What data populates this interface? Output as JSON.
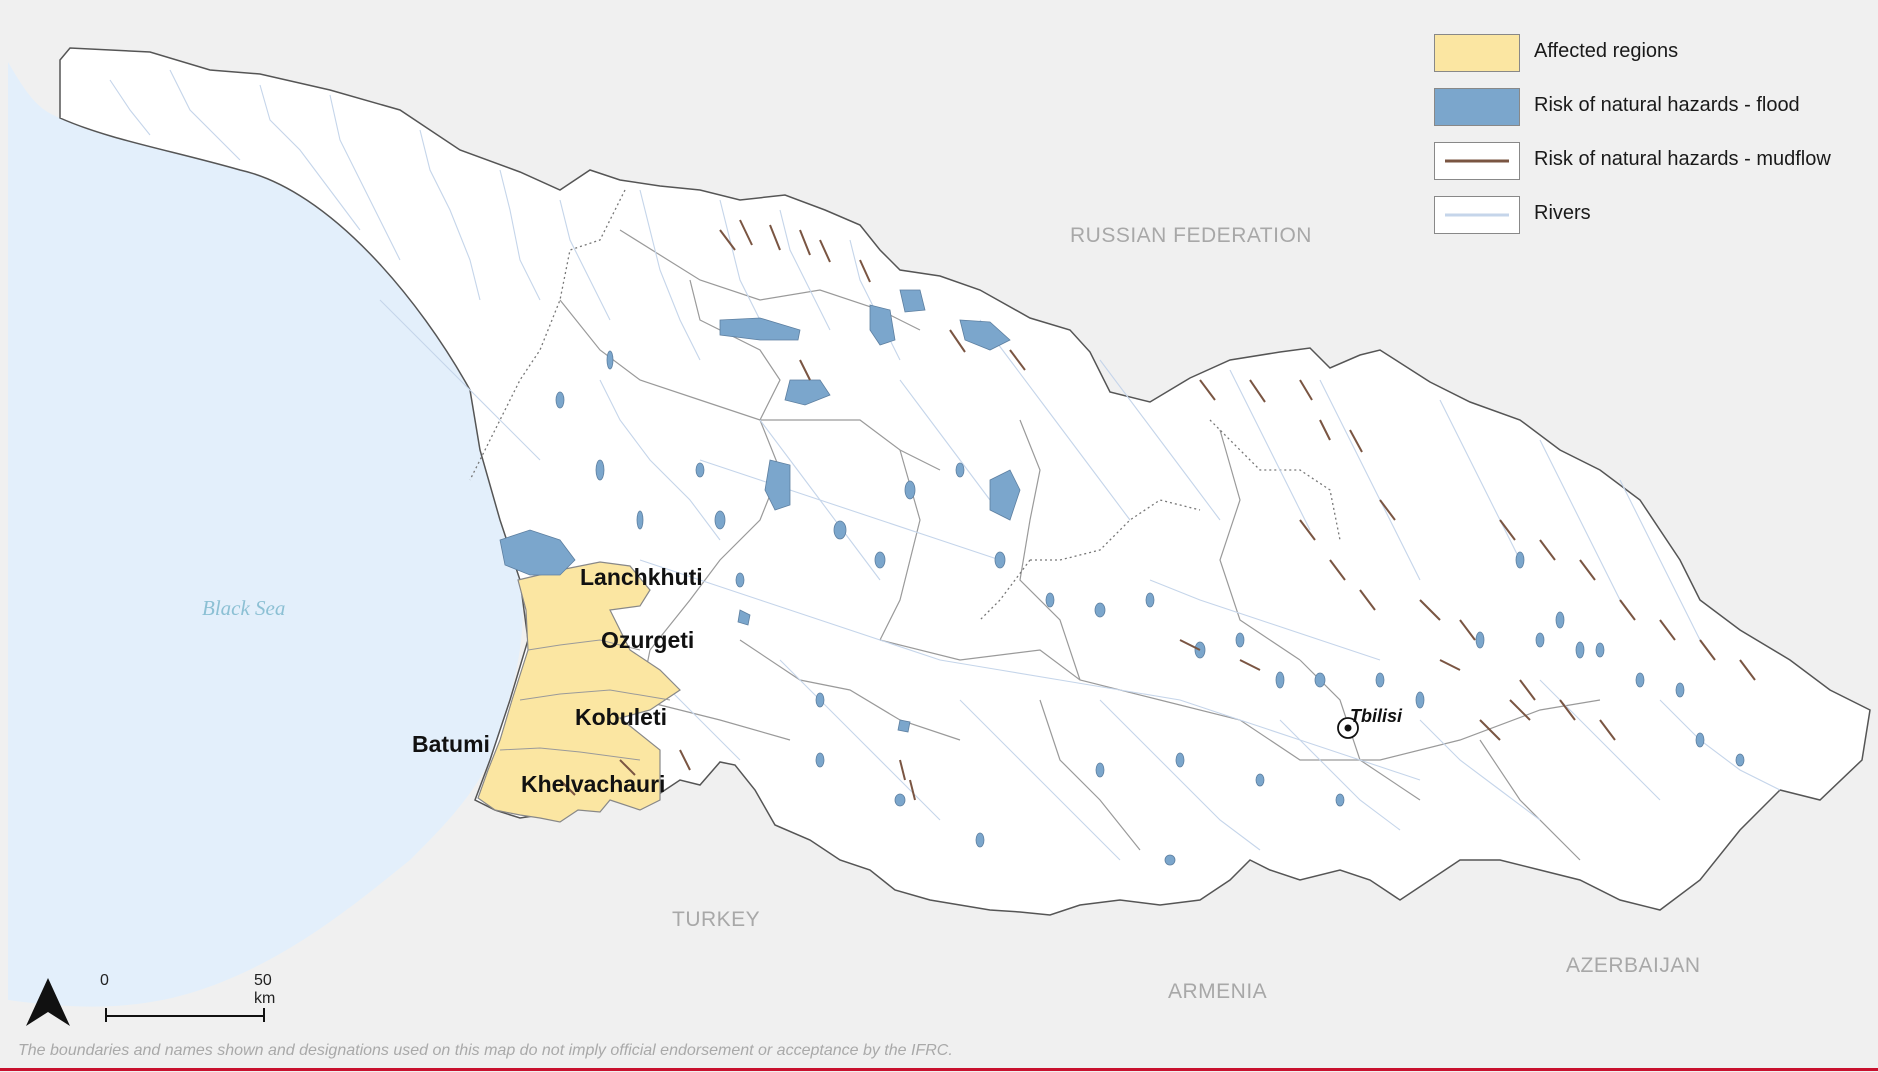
{
  "map": {
    "countries": {
      "russia": "RUSSIAN FEDERATION",
      "turkey": "TURKEY",
      "armenia": "ARMENIA",
      "azerbaijan": "AZERBAIJAN"
    },
    "sea": "Black Sea",
    "capital": "Tbilisi",
    "affected_regions": [
      "Lanchkhuti",
      "Ozurgeti",
      "Kobuleti",
      "Batumi",
      "Khelvachauri"
    ]
  },
  "legend": {
    "items": [
      {
        "label": "Affected regions",
        "type": "fill",
        "color": "#fbe6a2"
      },
      {
        "label": "Risk of natural hazards - flood",
        "type": "fill",
        "color": "#7ba6cc"
      },
      {
        "label": "Risk of natural hazards - mudflow",
        "type": "line",
        "color": "#7a5542"
      },
      {
        "label": "Rivers",
        "type": "line",
        "color": "#c5d5ea"
      }
    ]
  },
  "scale": {
    "start": "0",
    "end": "50 km"
  },
  "disclaimer": "The boundaries and names shown and designations used on this map do not imply official endorsement or acceptance by the IFRC.",
  "colors": {
    "sea": "#e3effb",
    "land": "#ffffff",
    "neighbours": "#f0f0f0",
    "affected": "#fbe6a2",
    "flood": "#7ba6cc",
    "mudflow": "#7a5542",
    "river": "#c5d5ea",
    "border": "#555555"
  }
}
